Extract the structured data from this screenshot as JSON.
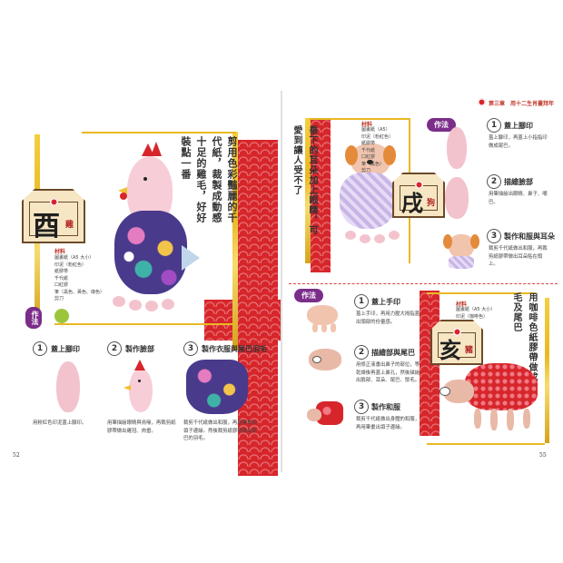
{
  "left_page": {
    "page_number": "52",
    "ema": {
      "char": "酉",
      "sub": "雞"
    },
    "intro": "剪用色彩豔麗的千代紙，裁製成動感十足的雞毛，好好裝點一番",
    "materials_title": "材料",
    "materials": [
      "圖畫紙（A5 大小）",
      "印泥（粉紅色）",
      "紙膠帶",
      "千代紙",
      "口紅膠",
      "筆（黑色、黃色、綠色）",
      "剪刀"
    ],
    "method_label": "作法",
    "steps": [
      {
        "num": "1",
        "title": "蓋上腳印",
        "desc": "用粉紅色印泥蓋上腳印。"
      },
      {
        "num": "2",
        "title": "製作臉部",
        "desc": "用筆描繪眼睛與鳥喙，再裁剪紙膠帶做出雞冠、肉垂。"
      },
      {
        "num": "3",
        "title": "製作衣服與尾巴羽毛",
        "desc": "裁剪千代紙做出和服，再用筆畫出領子邊緣。然後裁剪紙膠帶做出尾巴的羽毛。"
      }
    ]
  },
  "right_page": {
    "page_number": "55",
    "chapter": "第三章　用十二生肖畫拜年",
    "dog": {
      "ema": {
        "char": "戌",
        "sub": "狗"
      },
      "intro": "垂下的耳朵加上眼睛，可愛到讓人受不了",
      "materials_title": "材料",
      "materials": [
        "圖畫紙（A5）",
        "印泥（粉紅色）",
        "紙膠帶",
        "千代紙",
        "口紅膠",
        "筆（黑色）",
        "剪刀"
      ],
      "method_label": "作法",
      "steps": [
        {
          "num": "1",
          "title": "蓋上腳印",
          "desc": "蓋上腳印，再蓋上小指指印做成尾巴。"
        },
        {
          "num": "2",
          "title": "描繪臉部",
          "desc": "用筆描繪出眼睛、鼻子、嘴巴。"
        },
        {
          "num": "3",
          "title": "製作和服與耳朵",
          "desc": "裁剪千代紙做出和服，再裁剪紙膠帶做出耳朵貼在頭上。"
        }
      ]
    },
    "pig": {
      "ema": {
        "char": "亥",
        "sub": "豬"
      },
      "intro": "用咖啡色紙膠帶做成鬃毛及尾巴",
      "materials_title": "材料",
      "materials": [
        "圖畫紙（A5 大小）",
        "印泥（咖啡色）",
        "紙膠帶",
        "千代紙",
        "口紅膠",
        "筆（黑色）",
        "剪刀"
      ],
      "method_label": "作法",
      "steps": [
        {
          "num": "1",
          "title": "蓋上手印",
          "desc": "蓋上手印，再用力壓大拇指蓋出頭部的份量感。"
        },
        {
          "num": "2",
          "title": "描繪部與尾巴",
          "desc": "用修正液畫出鼻子的部位，等乾燥後再蓋上鼻孔，然後描繪出臉部、耳朵、尾巴、鬃毛。"
        },
        {
          "num": "3",
          "title": "製作和服",
          "desc": "裁剪千代紙做出身體的和服，再用筆畫出領子邊緣。"
        }
      ]
    }
  },
  "colors": {
    "accent_red": "#d7262b",
    "gold": "#e9b824",
    "method_purple": "#7b2d8a",
    "print_pink": "#f3c3cd"
  }
}
